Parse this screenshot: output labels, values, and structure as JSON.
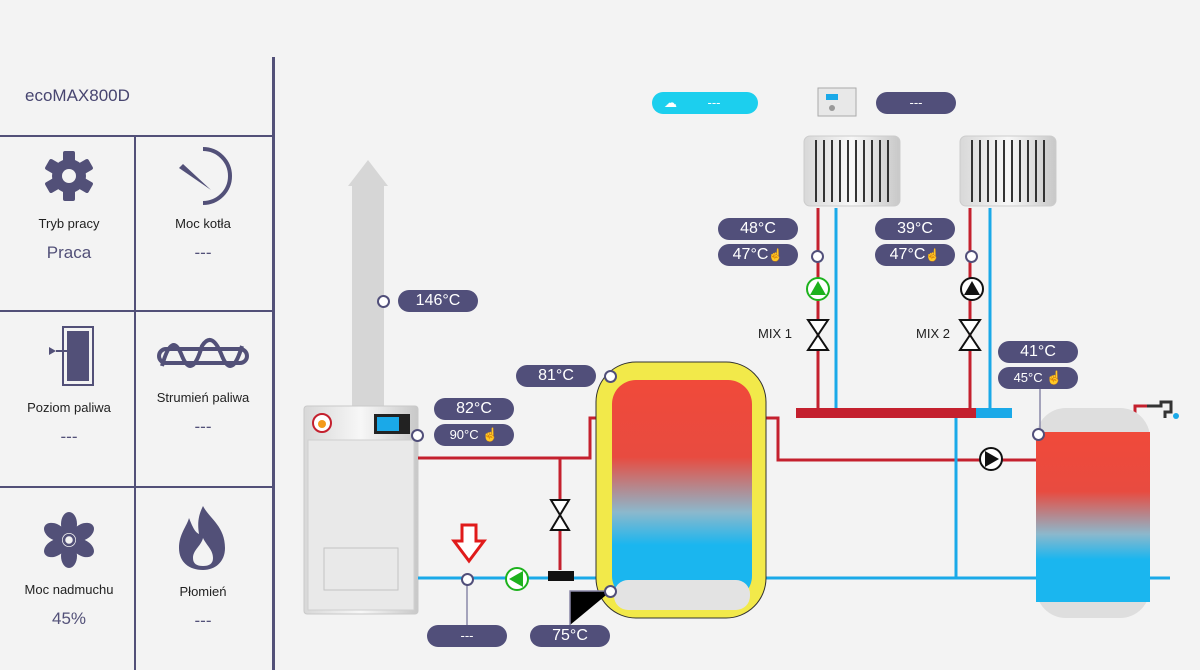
{
  "device_title": "ecoMAX800D",
  "tiles": [
    {
      "label": "Tryb pracy",
      "value": "Praca",
      "icon": "gear-icon"
    },
    {
      "label": "Moc kotła",
      "value": "---",
      "icon": "gauge-icon"
    },
    {
      "label": "Poziom paliwa",
      "value": "---",
      "icon": "fuel-level-icon"
    },
    {
      "label": "Strumień paliwa",
      "value": "---",
      "icon": "auger-icon"
    },
    {
      "label": "Moc nadmuchu",
      "value": "45%",
      "icon": "fan-icon"
    },
    {
      "label": "Płomień",
      "value": "---",
      "icon": "flame-icon"
    }
  ],
  "weather": {
    "value": "---",
    "icon": "cloud-icon",
    "color": "#1ccfee"
  },
  "room_panel": {
    "value": "---",
    "icon": "room-panel-icon"
  },
  "flue_temp": "146°C",
  "boiler": {
    "temp": "82°C",
    "setpoint": "90°C"
  },
  "buffer_top": "81°C",
  "buffer_bottom": "75°C",
  "return_temp": "---",
  "mix1": {
    "label": "MIX 1",
    "temp": "48°C",
    "setpoint": "47°C",
    "pump_color": "#1db21d"
  },
  "mix2": {
    "label": "MIX 2",
    "temp": "39°C",
    "setpoint": "47°C",
    "pump_color": "#111111"
  },
  "dhw": {
    "temp": "41°C",
    "setpoint": "45°C"
  },
  "colors": {
    "accent": "#514f7a",
    "hot": "#c4202e",
    "cold": "#1aa9e8"
  }
}
